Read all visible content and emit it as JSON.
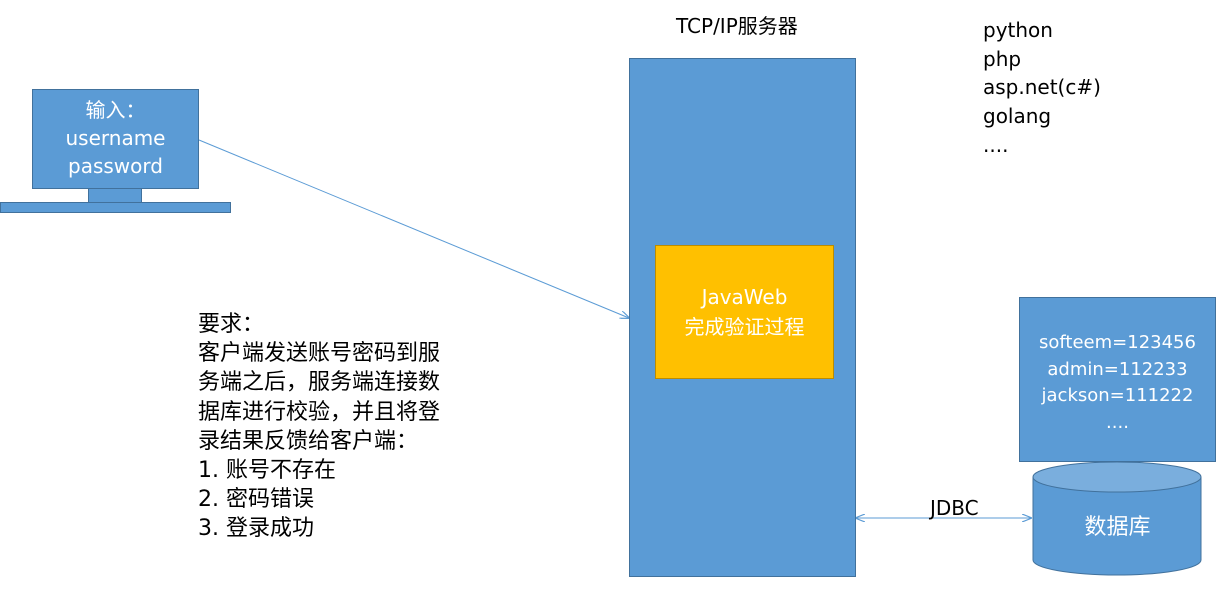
{
  "client": {
    "input_label": "输入：",
    "username": "username",
    "password": "password"
  },
  "server": {
    "title": "TCP/IP服务器",
    "javaweb_line1": "JavaWeb",
    "javaweb_line2": "完成验证过程"
  },
  "languages": [
    "python",
    "php",
    "asp.net(c#)",
    "golang",
    "...."
  ],
  "requirements": {
    "title": "要求：",
    "lines": [
      "客户端发送账号密码到服",
      "务端之后，服务端连接数",
      "据库进行校验，并且将登",
      "录结果反馈给客户端："
    ],
    "items": [
      "1. 账号不存在",
      "2. 密码错误",
      "3. 登录成功"
    ]
  },
  "database": {
    "records": [
      "softeem=123456",
      "admin=112233",
      "jackson=111222",
      "...."
    ],
    "label": "数据库",
    "connection_label": "JDBC"
  },
  "colors": {
    "box_blue": "#5b9bd5",
    "box_border": "#41719c",
    "javaweb_orange": "#ffc000",
    "line_blue": "#5b9bd5"
  }
}
